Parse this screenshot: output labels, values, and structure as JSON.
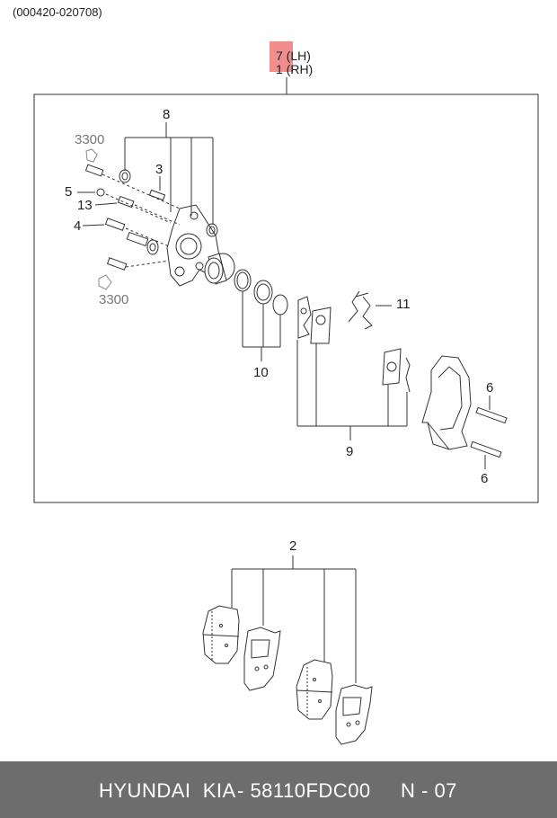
{
  "header": {
    "code": "(000420-020708)"
  },
  "callouts": {
    "main_lh": "7 (LH)",
    "main_rh": "1 (RH)",
    "n8": "8",
    "n3300_top": "3300",
    "n3": "3",
    "n5": "5",
    "n13": "13",
    "n4": "4",
    "n3300_bottom": "3300",
    "n11": "11",
    "n10": "10",
    "n6_top": "6",
    "n9": "9",
    "n6_bottom": "6",
    "n2": "2"
  },
  "footer": {
    "brand": "HYUNDAI  KIA",
    "part": "- 58110FDC00",
    "page": "N - 07"
  },
  "colors": {
    "highlight": "#f08d8d",
    "footer_bg": "#6d6d6d",
    "line": "#333333"
  }
}
